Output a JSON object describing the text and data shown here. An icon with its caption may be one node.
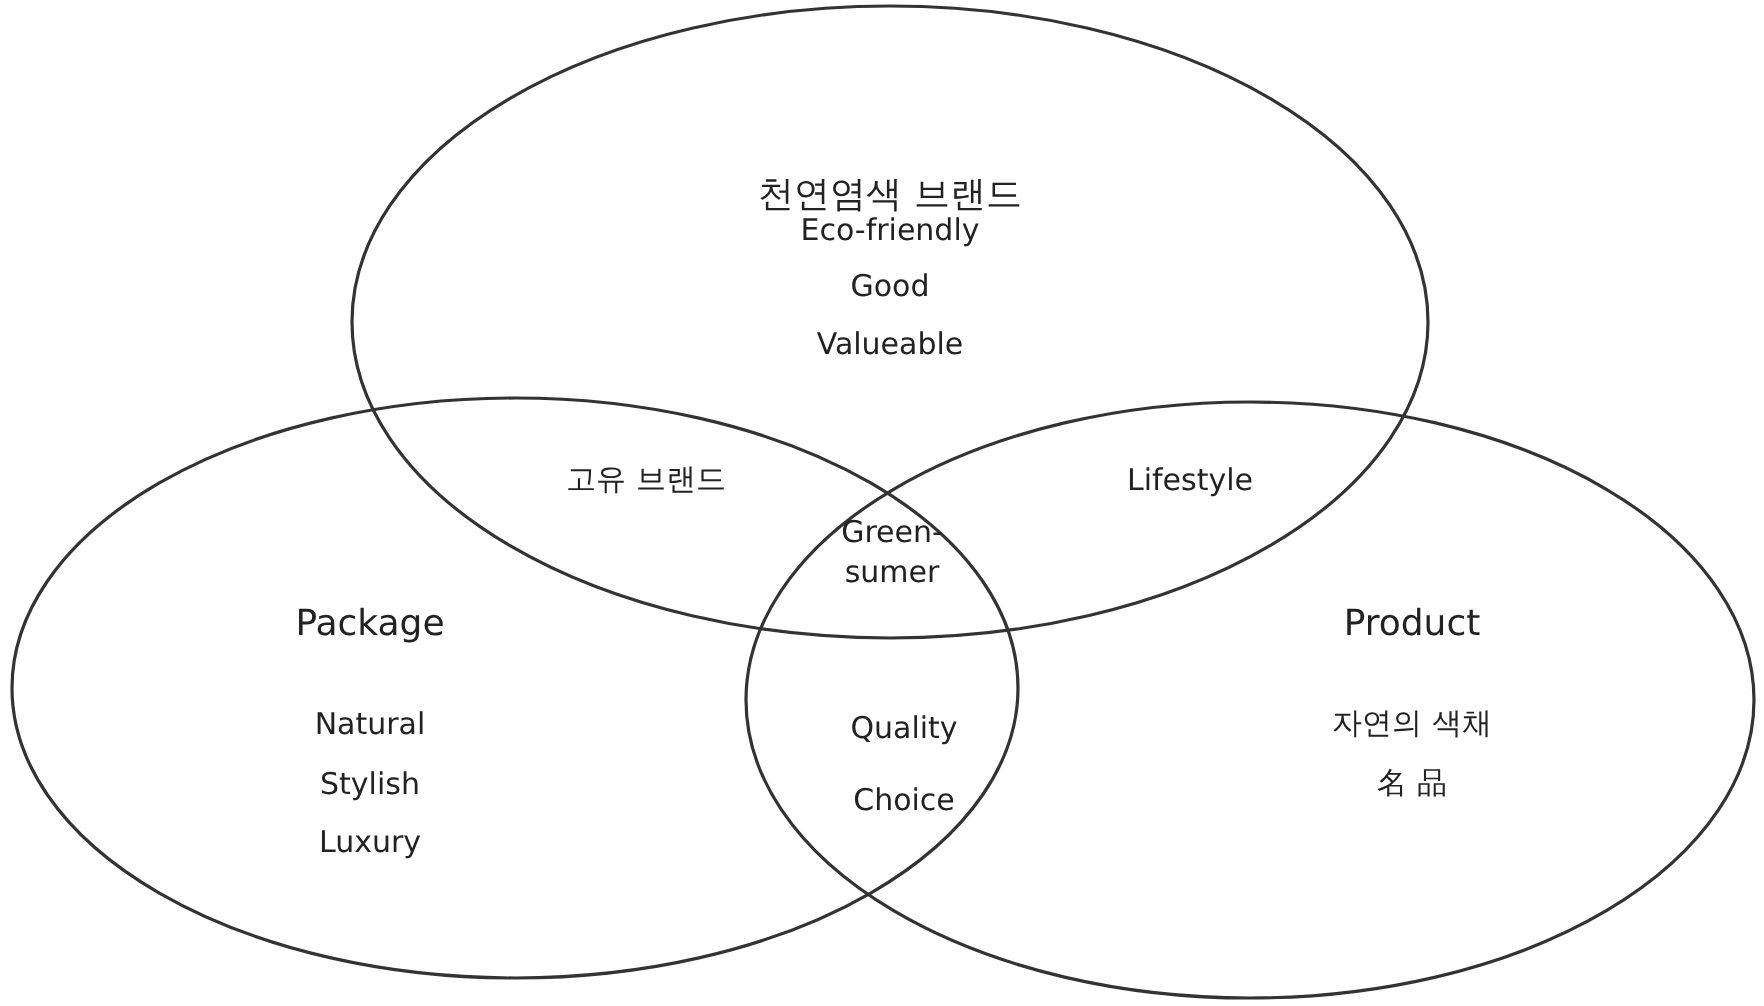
{
  "diagram": {
    "nodes": [
      {
        "text": [
          "천연염색 브랜드",
          "Eco-friendly",
          "Good",
          "Valueable"
        ]
      },
      {
        "text": [
          "Package",
          "Natural",
          "Stylish",
          "Luxury"
        ]
      },
      {
        "text": [
          "Product",
          "자연의 색채",
          "名 品"
        ]
      }
    ],
    "labels": [
      "고유 브랜드",
      "Lifestyle",
      "Green- sumer",
      "Quality",
      "Choice"
    ]
  }
}
